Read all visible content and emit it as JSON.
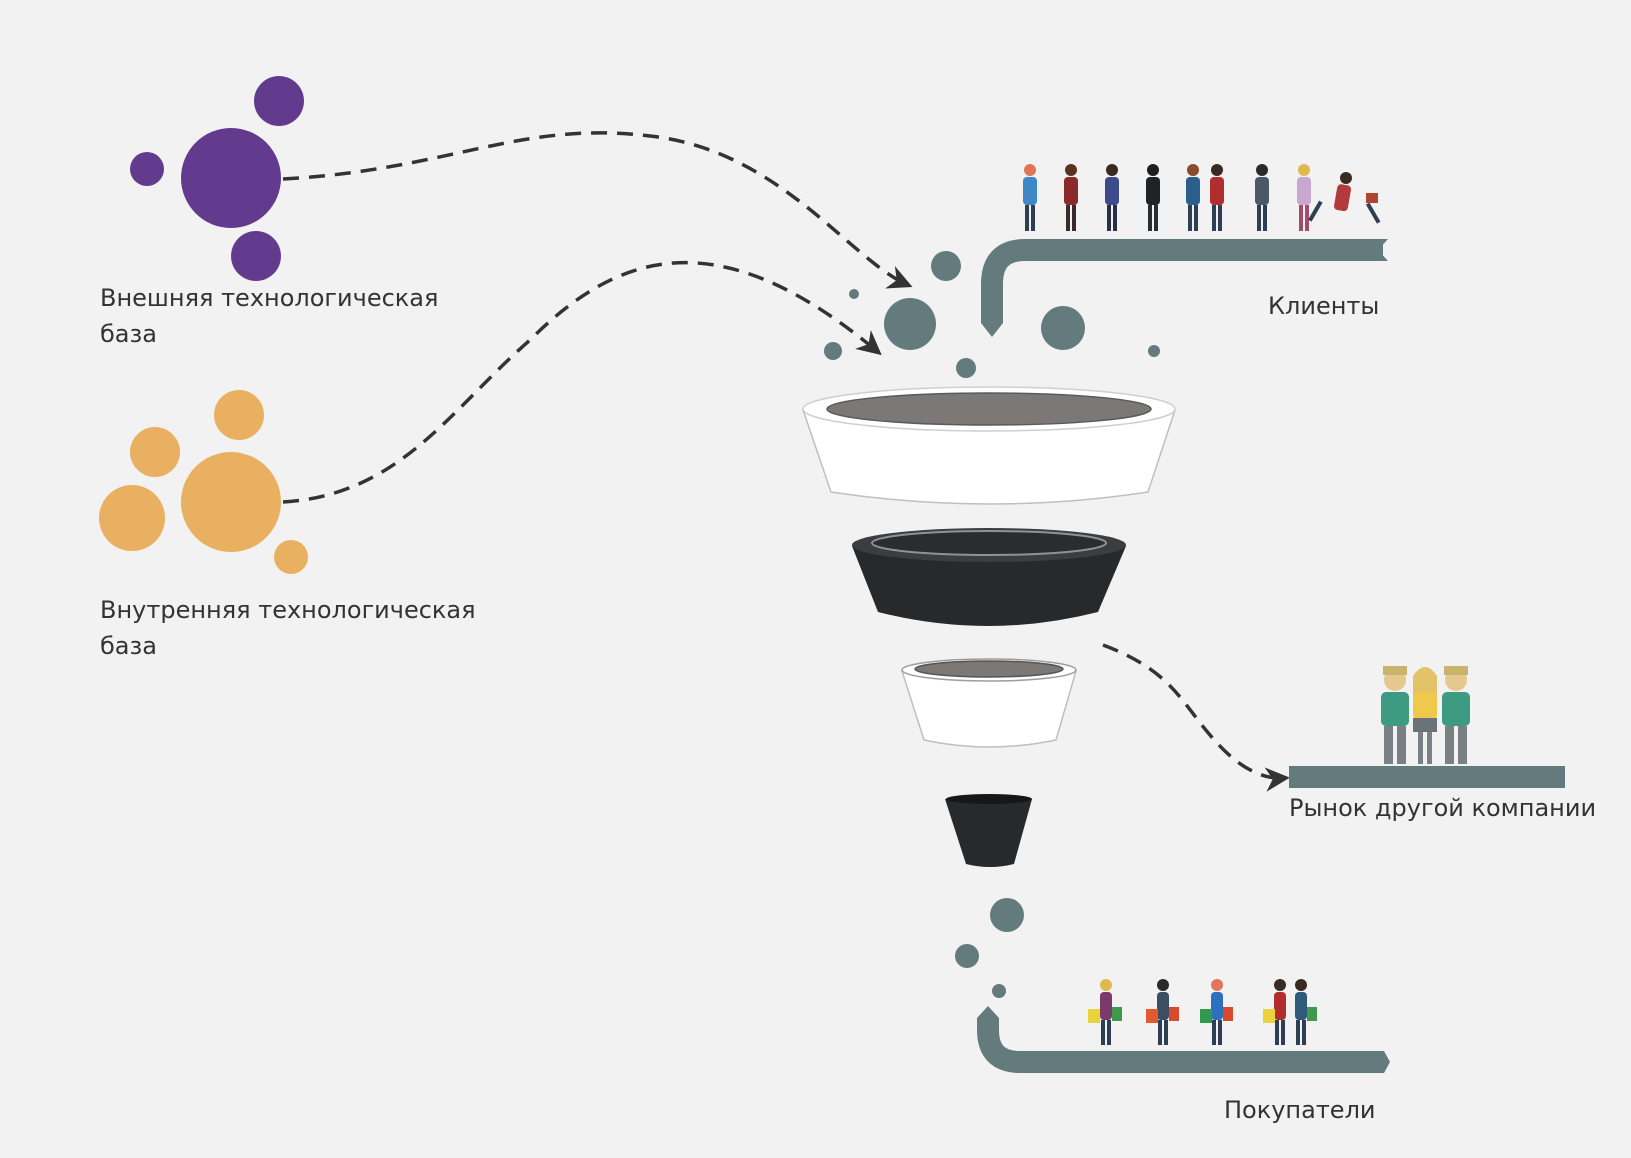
{
  "labels": {
    "external_base": "Внешняя технологическая база",
    "internal_base": "Внутренняя технологическая база",
    "clients": "Клиенты",
    "other_market": "Рынок другой компании",
    "buyers": "Покупатели"
  },
  "colors": {
    "background": "#f2f2f2",
    "external": "#623b8f",
    "internal": "#e8b060",
    "slate": "#637b7d",
    "funnel_dark": "#27292b",
    "funnel_light": "#ffffff",
    "funnel_inner": "#7b7876",
    "arrow": "#333333"
  },
  "icons": [
    "people-queue-icon",
    "team-icon",
    "shoppers-icon",
    "funnel-icon"
  ]
}
